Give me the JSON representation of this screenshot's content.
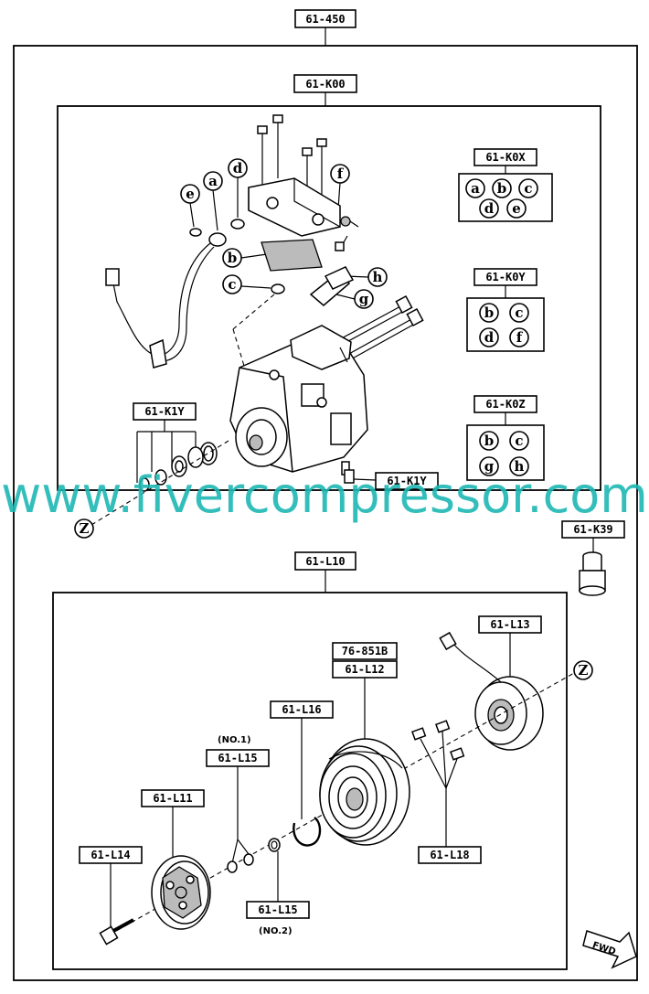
{
  "labels": {
    "main_assembly": "61-450",
    "compressor_group": "61-K00",
    "kit_k0x": "61-K0X",
    "kit_k0y": "61-K0Y",
    "kit_k0z": "61-K0Z",
    "kit_k1y_left": "61-K1Y",
    "kit_k1y_right": "61-K1Y",
    "plug_k39": "61-K39",
    "clutch_group": "61-L10",
    "bearing_l13": "61-L13",
    "pulley_alt": "76-851B",
    "pulley_l12": "61-L12",
    "snapring_l16": "61-L16",
    "shim_l15_no1": "61-L15",
    "shim_l15_no2": "61-L15",
    "hub_l11": "61-L11",
    "bolt_l14": "61-L14",
    "screw_l18": "61-L18"
  },
  "notes": {
    "no1": "(NO.1)",
    "no2": "(NO.2)",
    "fwd": "FWD"
  },
  "ref_letters": {
    "a": "a",
    "b": "b",
    "c": "c",
    "d": "d",
    "e": "e",
    "f": "f",
    "g": "g",
    "h": "h",
    "z": "Z"
  },
  "kits": {
    "k0x": [
      "a",
      "b",
      "c",
      "d",
      "e"
    ],
    "k0y": [
      "b",
      "c",
      "d",
      "f"
    ],
    "k0z": [
      "b",
      "c",
      "g",
      "h"
    ]
  },
  "watermark": "www.fivercompressor.com"
}
